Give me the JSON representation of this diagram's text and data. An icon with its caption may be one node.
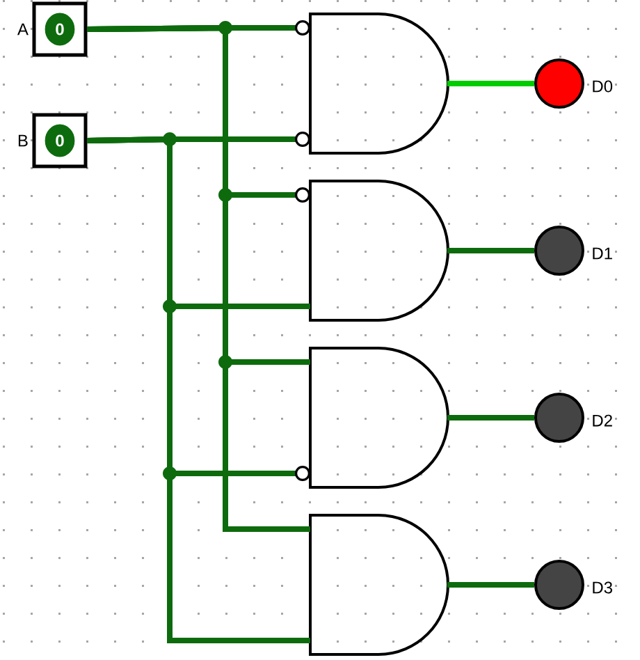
{
  "diagram": {
    "nodes": [
      {
        "text": [
          "0"
        ],
        "beside": [
          "A"
        ]
      },
      {
        "text": [
          "0"
        ],
        "beside": [
          "B"
        ]
      },
      {
        "text": [],
        "shape": "gate"
      },
      {
        "text": [],
        "shape": "gate"
      },
      {
        "text": [],
        "shape": "gate"
      },
      {
        "text": [],
        "shape": "gate"
      },
      {
        "text": [],
        "shape": "circle",
        "beside": [
          "D0"
        ]
      },
      {
        "text": [],
        "shape": "circle",
        "beside": [
          "D1"
        ]
      },
      {
        "text": [],
        "shape": "circle",
        "beside": [
          "D2"
        ]
      },
      {
        "text": [],
        "shape": "circle",
        "beside": [
          "D3"
        ]
      }
    ],
    "edges": [
      {
        "from": 0,
        "to": 2,
        "arrow": "other"
      },
      {
        "from": 1,
        "to": 2,
        "arrow": "other"
      },
      {
        "from": 0,
        "to": 3,
        "arrow": "other"
      },
      {
        "from": 1,
        "to": 3,
        "arrow": "none"
      },
      {
        "from": 0,
        "to": 4,
        "arrow": "none"
      },
      {
        "from": 1,
        "to": 4,
        "arrow": "other"
      },
      {
        "from": 0,
        "to": 5,
        "arrow": "none"
      },
      {
        "from": 1,
        "to": 5,
        "arrow": "none"
      },
      {
        "from": 2,
        "to": 6,
        "arrow": "none",
        "color": "#00cc00"
      },
      {
        "from": 3,
        "to": 7,
        "arrow": "none"
      },
      {
        "from": 4,
        "to": 8,
        "arrow": "none"
      },
      {
        "from": 5,
        "to": 9,
        "arrow": "none"
      }
    ]
  }
}
